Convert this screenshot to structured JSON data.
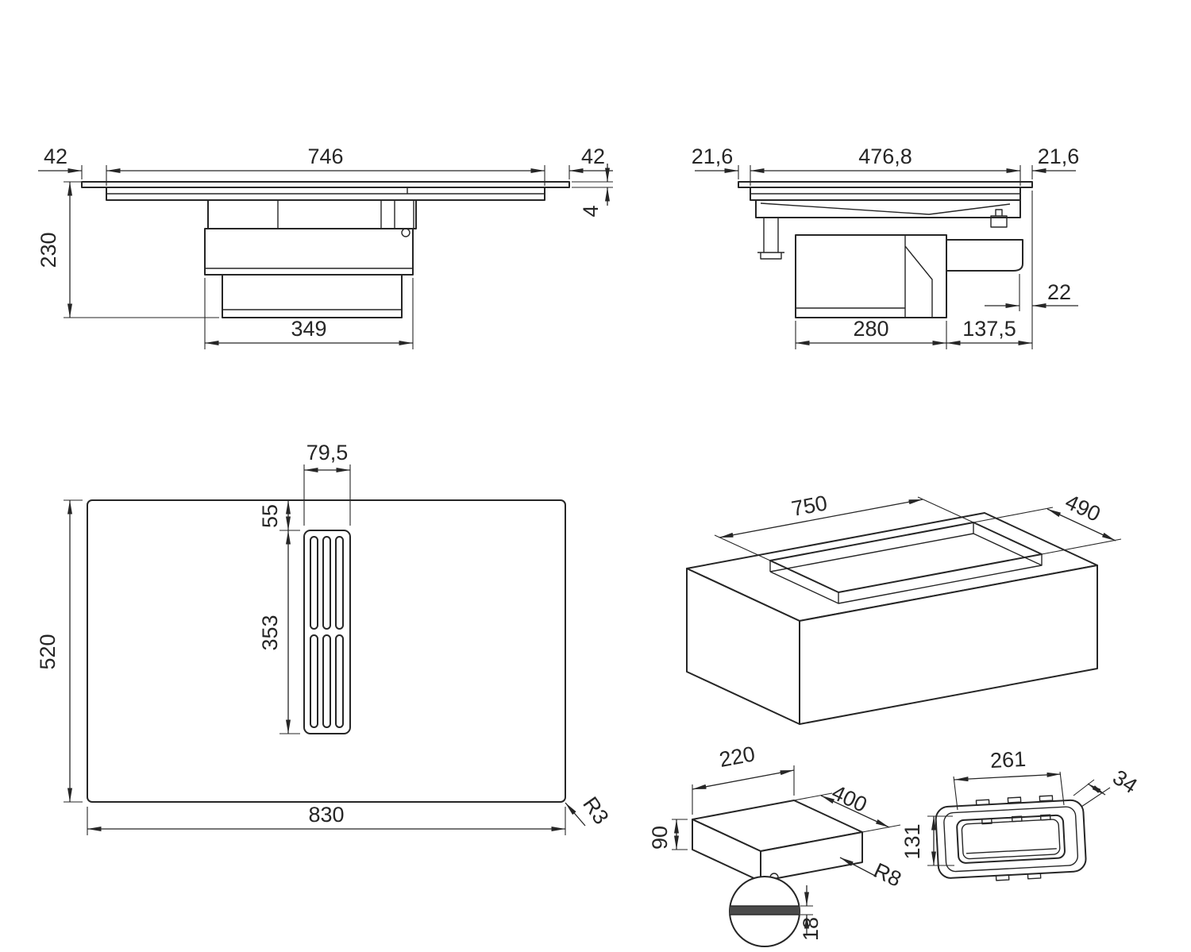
{
  "colors": {
    "line": "#262626",
    "detail_fill": "#4a4a4a"
  },
  "views": {
    "front": {
      "d_left": "42",
      "d_width": "746",
      "d_right": "42",
      "d_thickness": "4",
      "d_height": "230",
      "d_box": "349"
    },
    "side": {
      "d_left": "21,6",
      "d_width": "476,8",
      "d_right": "21,6",
      "d_offset": "22",
      "d_box": "280",
      "d_right_offset": "137,5"
    },
    "plan": {
      "d_vent_width": "79,5",
      "d_vent_top": "55",
      "d_vent_length": "353",
      "d_depth": "520",
      "d_width": "830",
      "d_radius": "R3"
    },
    "cutout": {
      "d_width": "750",
      "d_depth": "490"
    },
    "duct": {
      "d_width": "220",
      "d_length": "400",
      "d_height": "90",
      "d_radius": "R8",
      "d_detail": "18"
    },
    "flange": {
      "d_width": "261",
      "d_depth": "34",
      "d_height": "131"
    }
  }
}
